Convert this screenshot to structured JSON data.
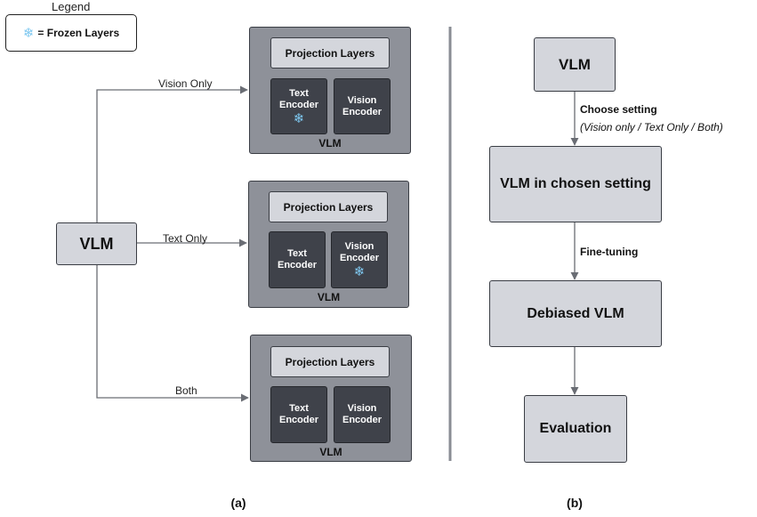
{
  "legend": {
    "title": "Legend",
    "frozen_icon": "snowflake-icon",
    "frozen_text": "= Frozen Layers"
  },
  "panel_a": {
    "source_node": "VLM",
    "branches": [
      {
        "edge_label": "Vision Only",
        "projection": "Projection Layers",
        "text_encoder": "Text Encoder",
        "vision_encoder": "Vision Encoder",
        "frozen": "text",
        "vlm_label": "VLM"
      },
      {
        "edge_label": "Text Only",
        "projection": "Projection Layers",
        "text_encoder": "Text Encoder",
        "vision_encoder": "Vision Encoder",
        "frozen": "vision",
        "vlm_label": "VLM"
      },
      {
        "edge_label": "Both",
        "projection": "Projection Layers",
        "text_encoder": "Text Encoder",
        "vision_encoder": "Vision Encoder",
        "frozen": "none",
        "vlm_label": "VLM"
      }
    ],
    "caption": "(a)"
  },
  "panel_b": {
    "nodes": {
      "vlm": "VLM",
      "chosen": "VLM in chosen setting",
      "debiased": "Debiased VLM",
      "evaluation": "Evaluation"
    },
    "step1_label": "Choose setting",
    "step1_options": "(Vision only / Text Only / Both)",
    "step2_label": "Fine-tuning",
    "caption": "(b)"
  },
  "colors": {
    "node_fill": "#d4d6dc",
    "outer_fill": "#8e9199",
    "encoder_fill": "#3f424a",
    "frozen_icon": "#7ec8f0",
    "divider": "#8a8d94"
  }
}
